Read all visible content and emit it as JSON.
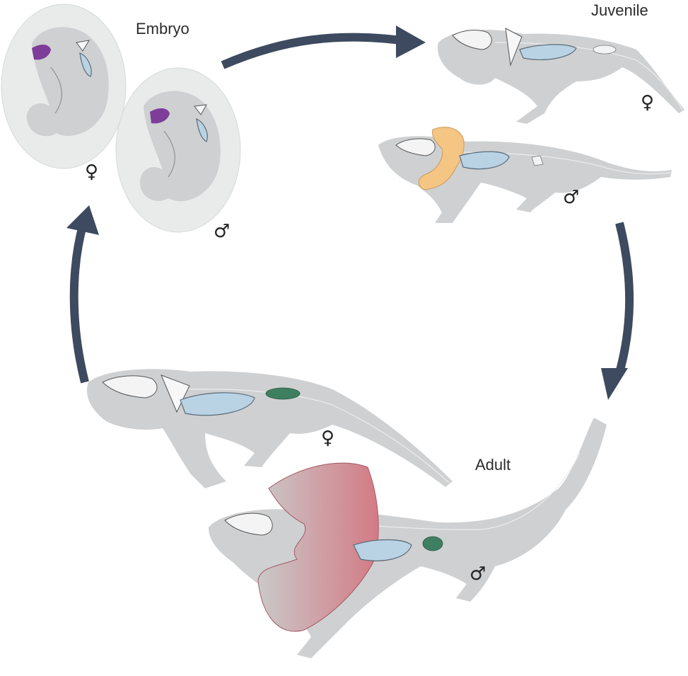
{
  "labels": {
    "embryo": "Embryo",
    "juvenile": "Juvenile",
    "adult": "Adult"
  },
  "symbols": {
    "female": "♀",
    "male": "♂"
  },
  "colors": {
    "arrow": "#3d4a5f",
    "body": "#cfd0d1",
    "egg": "#e9ebeb",
    "brain_embryo": "#7d3d99",
    "liver": "#b9d3e4",
    "fat_juvenile": "#f5c584",
    "fat_adult": "#d27f88",
    "gonad_adult": "#3f7f61"
  }
}
